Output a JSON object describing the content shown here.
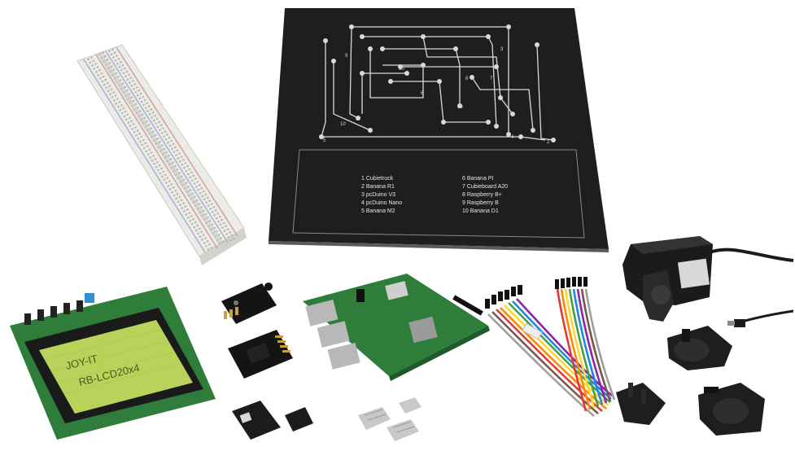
{
  "panel": {
    "legend_left": [
      "1  Cubietruck",
      "2  Banana R1",
      "3  pcDuino V3",
      "4  pcDuino Nano",
      "5  Banana M2"
    ],
    "legend_right": [
      "6  Banana PI",
      "7  Cubieboard A20",
      "8  Raspberry B+",
      "9  Raspberry B",
      "10  Banana D1"
    ],
    "hole_numbers": [
      "1",
      "2",
      "3",
      "4",
      "5",
      "6",
      "7",
      "8",
      "9",
      "10"
    ]
  },
  "lcd": {
    "line1": "JOY-IT",
    "line2": "RB-LCD20x4"
  },
  "colors": {
    "panel": "#1e1e1e",
    "panel_trace": "#d9d9d9",
    "breadboard": "#ecebe6",
    "lcd_screen": "#b9d35a",
    "pcb_green": "#2f7d3a",
    "sensor_board": "#141414",
    "charger": "#1b1b1b"
  }
}
